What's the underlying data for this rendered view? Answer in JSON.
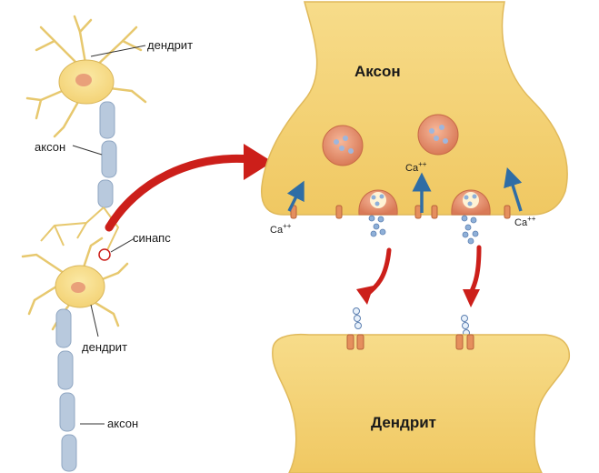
{
  "labels": {
    "dendrite_top": "дендрит",
    "axon_top": "аксон",
    "synapse": "синапс",
    "dendrite_bottom": "дендрит",
    "axon_bottom": "аксон",
    "axon_big": "Аксон",
    "dendrite_big": "Дендрит"
  },
  "ions": {
    "base": "Ca",
    "charge": "++"
  },
  "colors": {
    "cell_body": "#f6db86",
    "cell_stroke": "#d9b65a",
    "myelin": "#b8c9dd",
    "vesicle": "#e89a7a",
    "red_arrow": "#cc1f1a",
    "blue_arrow": "#2f6da5",
    "neurotransmitter": "#8fb0d8"
  }
}
